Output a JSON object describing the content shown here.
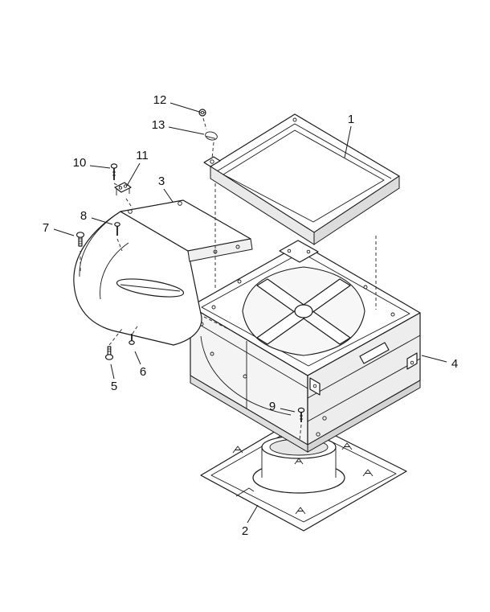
{
  "diagram": {
    "background": "#ffffff",
    "line_color": "#1a1a1a",
    "callouts": [
      {
        "label": "1"
      },
      {
        "label": "2"
      },
      {
        "label": "3"
      },
      {
        "label": "4"
      },
      {
        "label": "5"
      },
      {
        "label": "6"
      },
      {
        "label": "7"
      },
      {
        "label": "8"
      },
      {
        "label": "9"
      },
      {
        "label": "10"
      },
      {
        "label": "11"
      },
      {
        "label": "12"
      },
      {
        "label": "13"
      }
    ]
  }
}
